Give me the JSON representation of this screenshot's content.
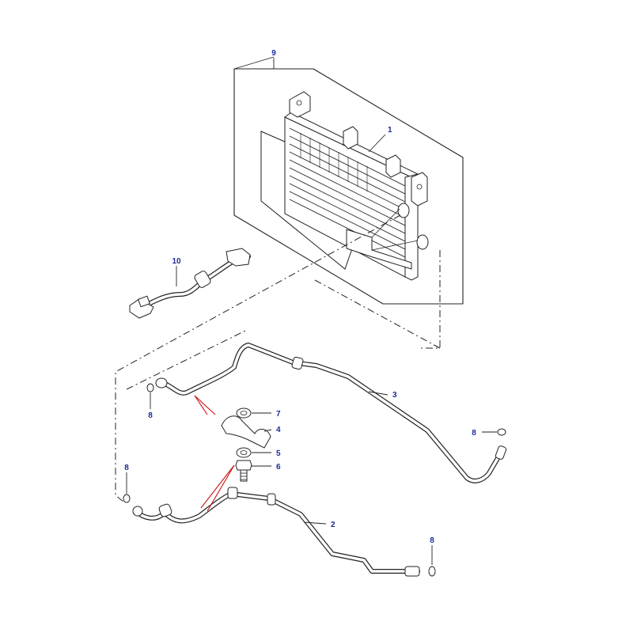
{
  "diagram": {
    "callouts": [
      {
        "id": "c9",
        "label": "9"
      },
      {
        "id": "c1",
        "label": "1"
      },
      {
        "id": "c10",
        "label": "10"
      },
      {
        "id": "c3",
        "label": "3"
      },
      {
        "id": "c7",
        "label": "7"
      },
      {
        "id": "c4",
        "label": "4"
      },
      {
        "id": "c5",
        "label": "5"
      },
      {
        "id": "c6",
        "label": "6"
      },
      {
        "id": "c8a",
        "label": "8"
      },
      {
        "id": "c8b",
        "label": "8"
      },
      {
        "id": "c8c",
        "label": "8"
      },
      {
        "id": "c8d",
        "label": "8"
      },
      {
        "id": "c2",
        "label": "2"
      }
    ],
    "colors": {
      "callout_text": "#1a2a9a",
      "line": "#222222",
      "highlight_leader": "#cc1111"
    }
  }
}
